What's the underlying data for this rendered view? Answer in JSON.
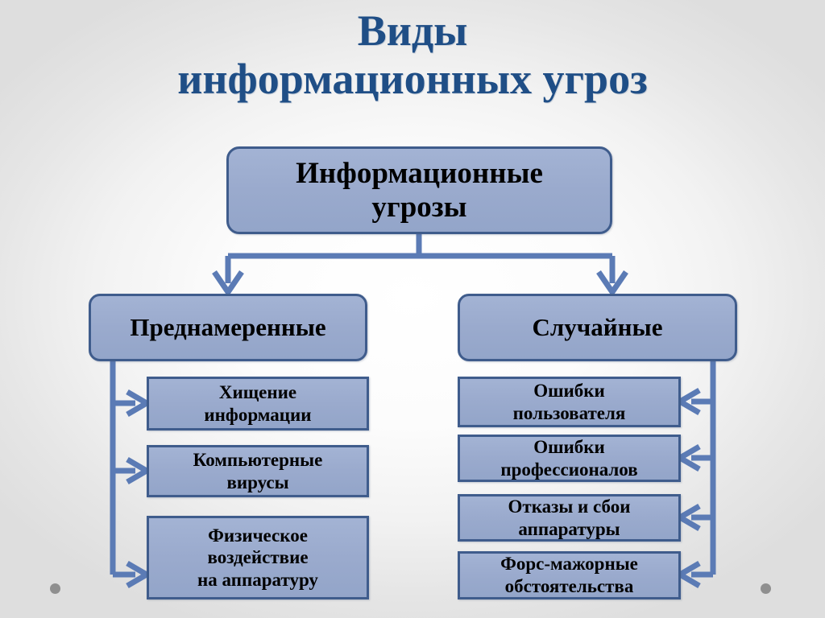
{
  "slide": {
    "title_line1": "Виды",
    "title_line2": "информационных угроз",
    "title_color": "#1F4E86",
    "background_color": "#e6e6e6"
  },
  "diagram": {
    "type": "hierarchy-tree",
    "box_fill_color": "#9AAACD",
    "box_border_color": "#3F5C8C",
    "connector_color": "#5B7BB5",
    "text_color": "#000000",
    "root": {
      "label": "Информационные\nугрозы"
    },
    "branches": [
      {
        "label": "Преднамеренные",
        "side": "left",
        "children": [
          {
            "label": "Хищение\nинформации"
          },
          {
            "label": "Компьютерные\nвирусы"
          },
          {
            "label": "Физическое\nвоздействие\nна аппаратуру"
          }
        ]
      },
      {
        "label": "Случайные",
        "side": "right",
        "children": [
          {
            "label": "Ошибки\nпользователя"
          },
          {
            "label": "Ошибки\nпрофессионалов"
          },
          {
            "label": "Отказы и сбои\nаппаратуры"
          },
          {
            "label": "Форс-мажорные\nобстоятельства"
          }
        ]
      }
    ],
    "decorations": {
      "dot_color": "#8F8F8F",
      "dot_count": 2
    }
  }
}
